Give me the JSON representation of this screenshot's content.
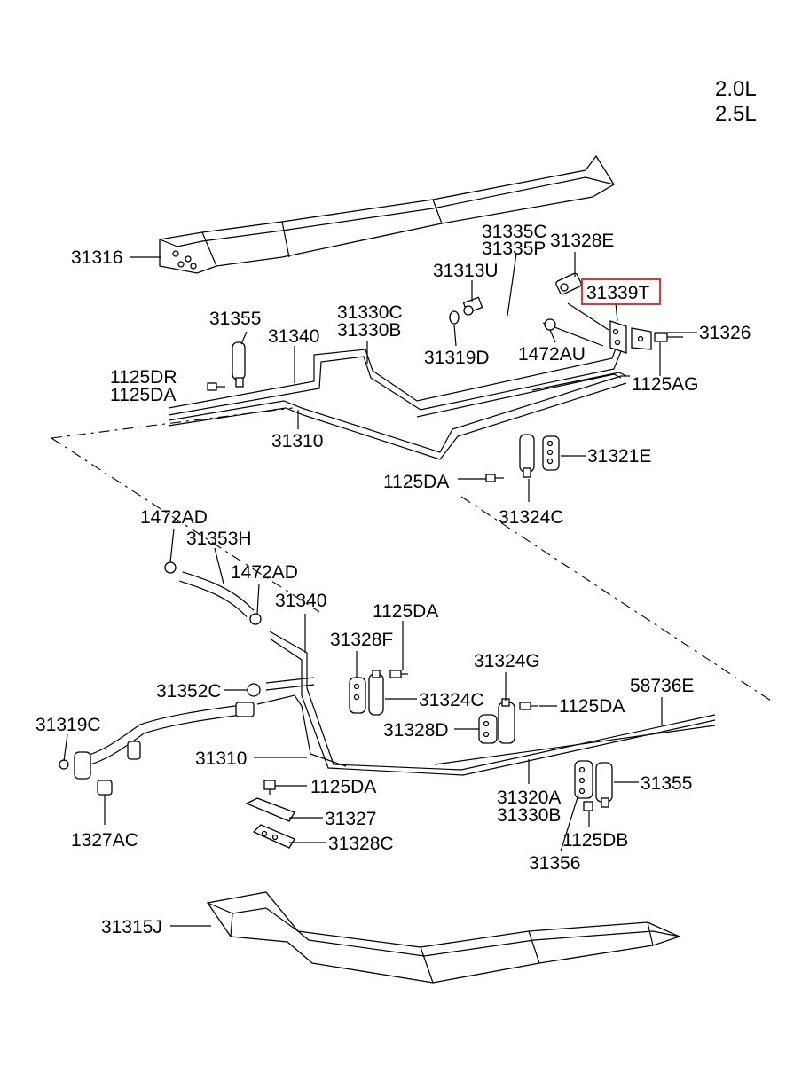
{
  "engine_variants": [
    "2.0L",
    "2.5L"
  ],
  "highlight_color": "#e0201b",
  "highlighted_part": "31339T",
  "parts": {
    "p31316": "31316",
    "p31335C": "31335C",
    "p31335P": "31335P",
    "p31328E": "31328E",
    "p31313U": "31313U",
    "p31339T": "31339T",
    "p31326": "31326",
    "p31355_top": "31355",
    "p31340_top": "31340",
    "p31330C": "31330C",
    "p31330B_top": "31330B",
    "p31319D": "31319D",
    "p1472AU": "1472AU",
    "p1125AG": "1125AG",
    "p1125DR": "1125DR",
    "p1125DA_a": "1125DA",
    "p31310_top": "31310",
    "p31321E": "31321E",
    "p1125DA_b": "1125DA",
    "p31324C_top": "31324C",
    "p1472AD_a": "1472AD",
    "p31353H": "31353H",
    "p1472AD_b": "1472AD",
    "p31340_bot": "31340",
    "p1125DA_c": "1125DA",
    "p31328F": "31328F",
    "p31324G": "31324G",
    "p58736E": "58736E",
    "p31352C": "31352C",
    "p31324C_bot": "31324C",
    "p1125DA_d": "1125DA",
    "p31319C": "31319C",
    "p31328D": "31328D",
    "p31310_bot": "31310",
    "p31320A": "31320A",
    "p31330B_bot": "31330B",
    "p31355_bot": "31355",
    "p1125DA_e": "1125DA",
    "p31327": "31327",
    "p1125DB": "1125DB",
    "p1327AC": "1327AC",
    "p31328C": "31328C",
    "p31356": "31356",
    "p31315J": "31315J"
  }
}
